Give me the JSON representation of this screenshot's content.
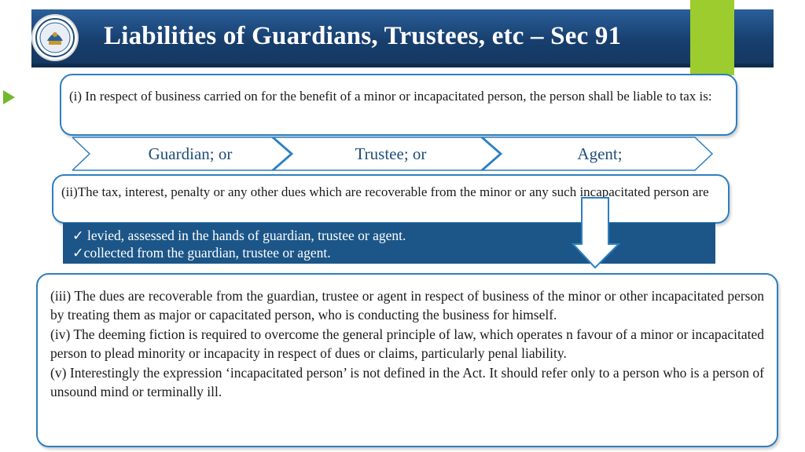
{
  "header": {
    "title": "Liabilities of Guardians, Trustees, etc – Sec 91"
  },
  "logo": {
    "icon": "institute-emblem-icon"
  },
  "box1": {
    "text": "(i) In respect of business carried on for the benefit of a minor or incapacitated person, the person shall be liable to tax is:"
  },
  "chevrons": {
    "items": [
      "Guardian; or",
      "Trustee; or",
      "Agent;"
    ]
  },
  "box2": {
    "text": "(ii)The tax, interest, penalty or any other dues which are recoverable from the minor or any such incapacitated person are"
  },
  "band": {
    "line1": "levied, assessed in the hands of guardian, trustee or agent.",
    "line2": "collected from the guardian, trustee or agent."
  },
  "box3": {
    "para3": "(iii) The dues are recoverable from the guardian, trustee or agent in respect of business of the minor or other incapacitated person by treating them as major or capacitated person, who is conducting the business for himself.",
    "para4": "(iv) The deeming fiction is required to overcome the general principle of law, which operates n favour of a minor or incapacitated person to plead minority or incapacity in respect of dues or claims, particularly penal liability.",
    "para5": "(v) Interestingly the expression ‘incapacitated person’ is not defined in the Act. It should refer only to a person who is a person of unsound mind or terminally ill."
  },
  "colors": {
    "header_blue": "#173e6d",
    "accent_green": "#9ccc2e",
    "box_border": "#2c7fc0",
    "band_blue": "#1c5688",
    "chevron_text": "#1f4e79"
  }
}
